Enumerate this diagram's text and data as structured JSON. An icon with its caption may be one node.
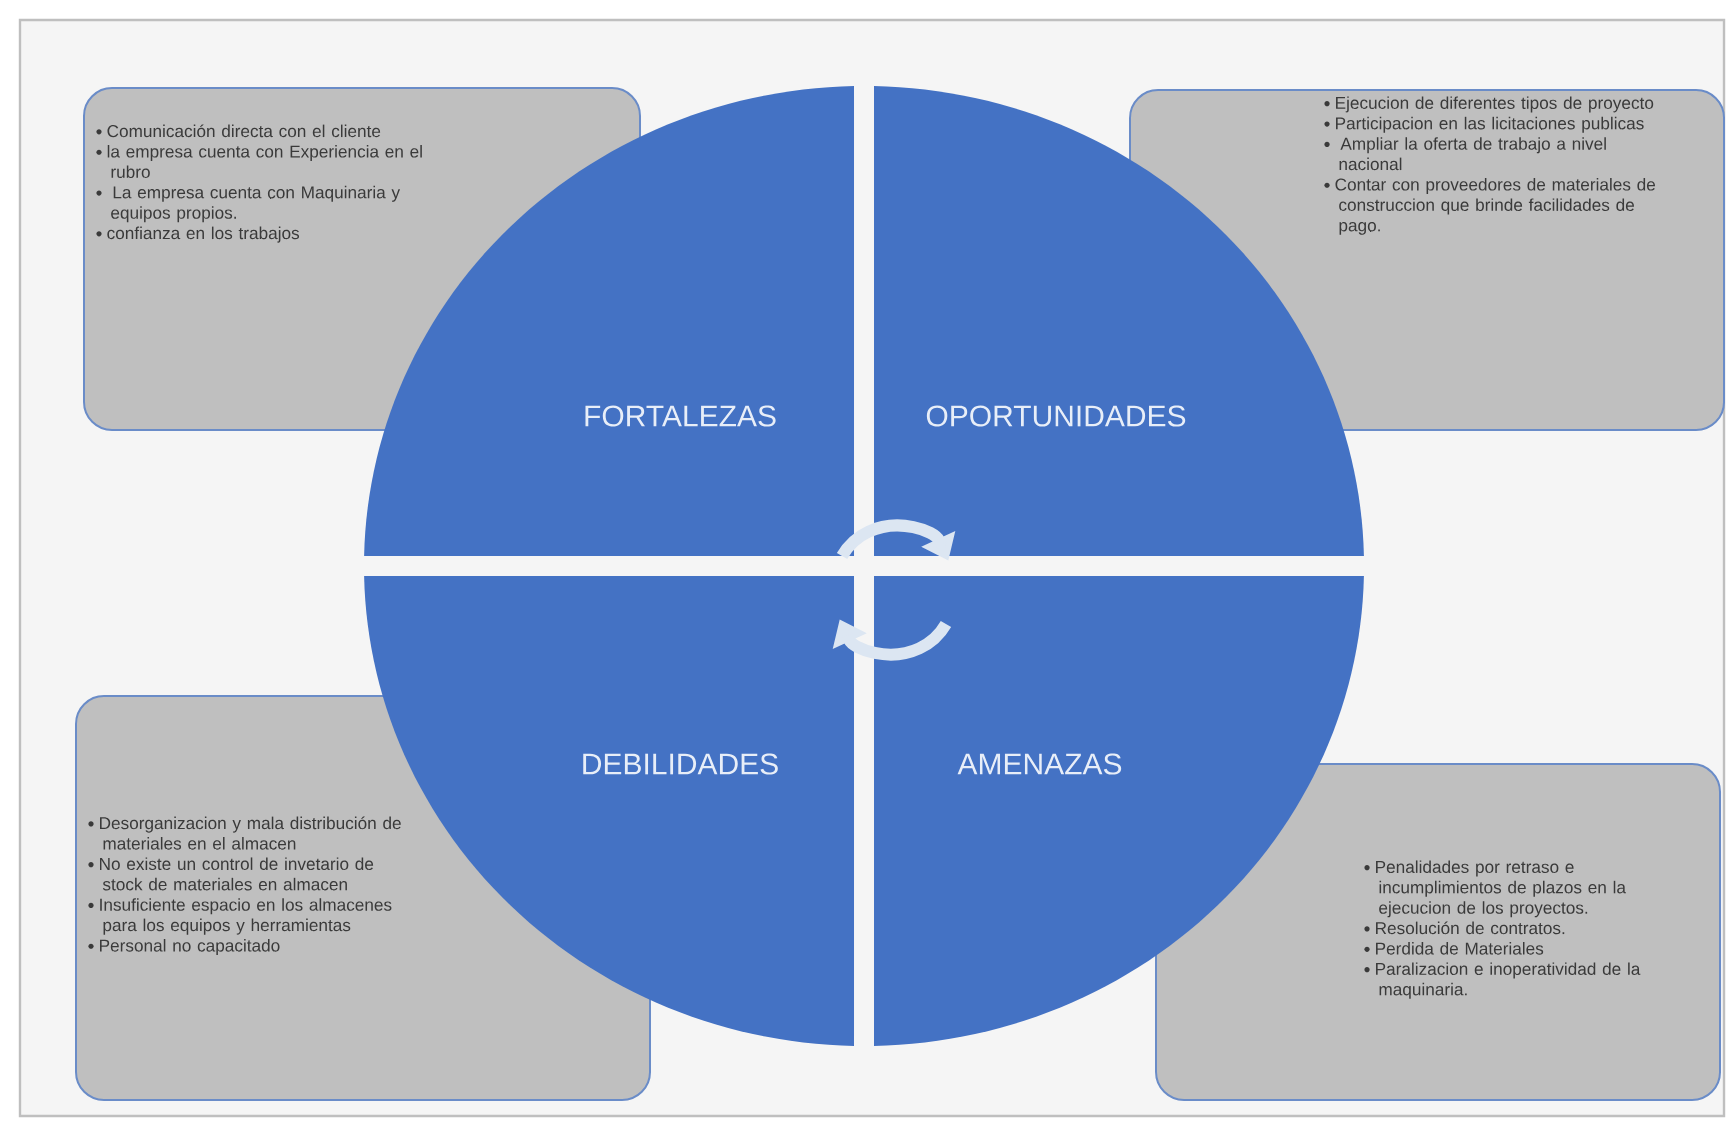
{
  "diagram": {
    "nodes": [
      {
        "text": [
          "Comunicación directa con el cliente",
          "la empresa cuenta con  Experiencia en el rubro",
          " La empresa cuenta con  Maquinaria y equipos propios.",
          "confianza en los trabajos"
        ]
      },
      {
        "text": [
          "Ejecucion de diferentes tipos de proyecto",
          "Participacion en las licitaciones publicas",
          " Ampliar la oferta de trabajo a nivel nacional",
          "Contar con proveedores de materiales de construccion que brinde facilidades de pago."
        ]
      },
      {
        "text": [
          "FORTALEZAS"
        ]
      },
      {
        "text": [
          "OPORTUNIDADES"
        ]
      },
      {
        "text": [
          "DEBILIDADES"
        ]
      },
      {
        "text": [
          "AMENAZAS"
        ]
      },
      {
        "text": [
          "Desorganizacion y mala distribución de materiales en el almacen",
          "No existe un control de invetario de stock de materiales  en almacen",
          "Insuficiente espacio en los almacenes para los equipos y herramientas",
          "Personal  no capacitado"
        ]
      },
      {
        "text": [
          "Penalidades por retraso e incumplimientos de plazos en la ejecucion de los proyectos.",
          "Resolución de contratos.",
          "Perdida de Materiales",
          "Paralizacion e inoperatividad de la maquinaria."
        ]
      }
    ],
    "edges": [
      {
        "from": 2,
        "to": 3,
        "arrow": "to"
      },
      {
        "from": 5,
        "to": 4,
        "arrow": "to"
      }
    ]
  }
}
